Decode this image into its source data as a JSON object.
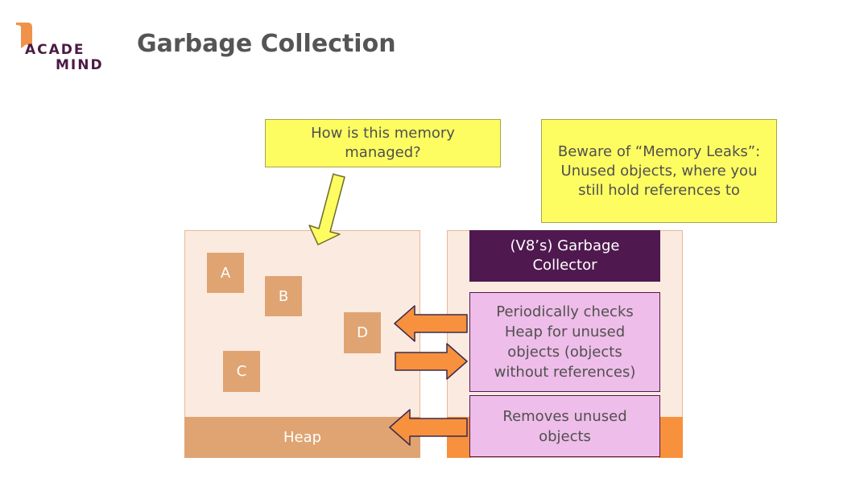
{
  "logo": {
    "line1": "ACADE",
    "line2": "MIND"
  },
  "title": "Garbage Collection",
  "callouts": {
    "question": "How is this memory managed?",
    "warning": "Beware of “Memory Leaks”: Unused objects, where you still hold references to"
  },
  "heap": {
    "label": "Heap",
    "objects": [
      "A",
      "B",
      "C",
      "D"
    ]
  },
  "gc": {
    "title": "(V8’s) Garbage Collector",
    "step1": "Periodically checks Heap for unused objects (objects without references)",
    "step2": "Removes unused objects"
  },
  "colors": {
    "callout": "#fdfd62",
    "heap_light": "#fbeadf",
    "heap_dark": "#dfa472",
    "gc_dark": "#4f1950",
    "gc_pink": "#eebde9",
    "arrow_orange": "#f7913d",
    "logo": "#4a1a44",
    "logo_flag": "#f0924a"
  }
}
